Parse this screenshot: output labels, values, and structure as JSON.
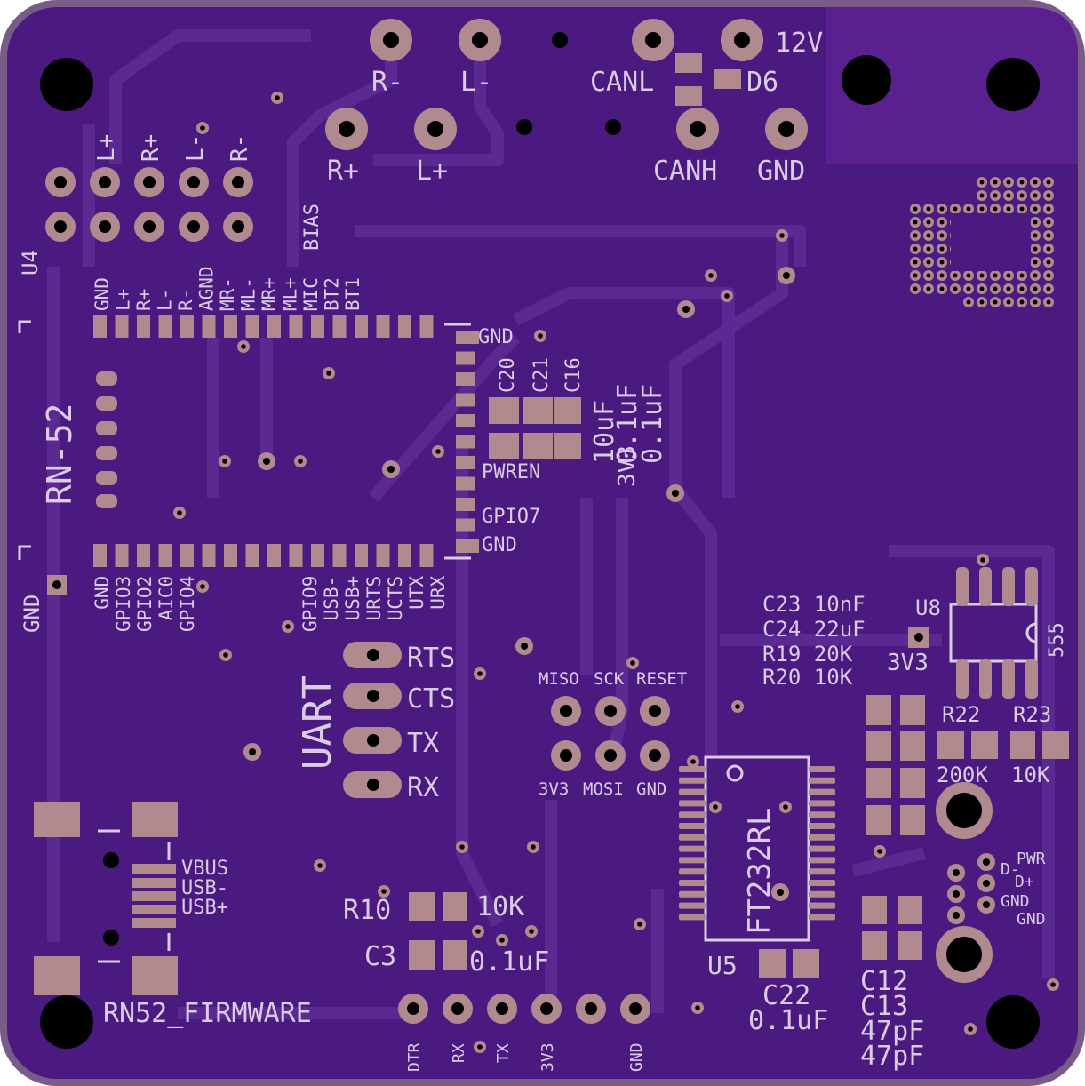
{
  "colors": {
    "board": "#4b1a80",
    "board_edge": "#7a5a86",
    "pad": "#b08a8f",
    "silk": "#d9cce3",
    "trace": "#5a2a92",
    "hole": "#000000"
  },
  "labels": {
    "speaker": {
      "r_minus": "R-",
      "l_minus": "L-",
      "r_plus": "R+",
      "l_plus": "L+"
    },
    "can": {
      "v12": "12V",
      "canl": "CANL",
      "d6": "D6",
      "canh": "CANH",
      "gnd": "GND"
    },
    "header_top": [
      "L+",
      "R+",
      "L-",
      "R-"
    ],
    "u4": "U4",
    "rn52": "RN-52",
    "pins_top": [
      "GND",
      "L+",
      "R+",
      "L-",
      "R-",
      "AGND",
      "MR-",
      "ML-",
      "MR+",
      "ML+",
      "MIC",
      "BT2",
      "BT1"
    ],
    "bias": "BIAS",
    "pins_right": {
      "gnd1": "GND",
      "pwren": "PWREN",
      "gpio7": "GPIO7",
      "gnd2": "GND"
    },
    "caps_top": {
      "c20": "C20",
      "c21": "C21",
      "c16": "C16",
      "v10uf": "10uF",
      "v01a": "0.1uF",
      "v01b": "0.1uF",
      "v3v3": "3V3"
    },
    "pins_bottom": [
      "GND",
      "GPIO3",
      "GPIO2",
      "AIC0",
      "GPIO4"
    ],
    "pins_bottom2": [
      "GPIO9",
      "USB-",
      "USB+",
      "URTS",
      "UCTS",
      "UTX",
      "URX"
    ],
    "gnd_left": "GND",
    "uart": {
      "title": "UART",
      "rts": "RTS",
      "cts": "CTS",
      "tx": "TX",
      "rx": "RX"
    },
    "isp_top": [
      "MISO",
      "SCK",
      "RESET"
    ],
    "isp_bottom": [
      "3V3",
      "MOSI",
      "GND"
    ],
    "timer": {
      "c23": "C23 10nF",
      "c24": "C24 22uF",
      "r19": "R19 20K",
      "r20": "R20 10K",
      "u8": "U8",
      "v3v3": "3V3",
      "ic": "555"
    },
    "r22": "R22",
    "r23": "R23",
    "v200k": "200K",
    "v10k": "10K",
    "usb": {
      "vbus": "VBUS",
      "usbm": "USB-",
      "usbp": "USB+"
    },
    "r10": "R10",
    "r10v": "10K",
    "c3": "C3",
    "c3v": "0.1uF",
    "ft232": "FT232RL",
    "u5": "U5",
    "c22": "C22",
    "c22v": "0.1uF",
    "usbconn": {
      "pwr": "PWR",
      "dm": "D-",
      "dp": "D+",
      "gnd1": "GND",
      "gnd2": "GND"
    },
    "c12": "C12",
    "c13": "C13",
    "c12v": "47pF",
    "c13v": "47pF",
    "firmware": "RN52_FIRMWARE",
    "ftdi_pins": [
      "DTR",
      "RX",
      "TX",
      "3V3",
      "GND"
    ]
  }
}
